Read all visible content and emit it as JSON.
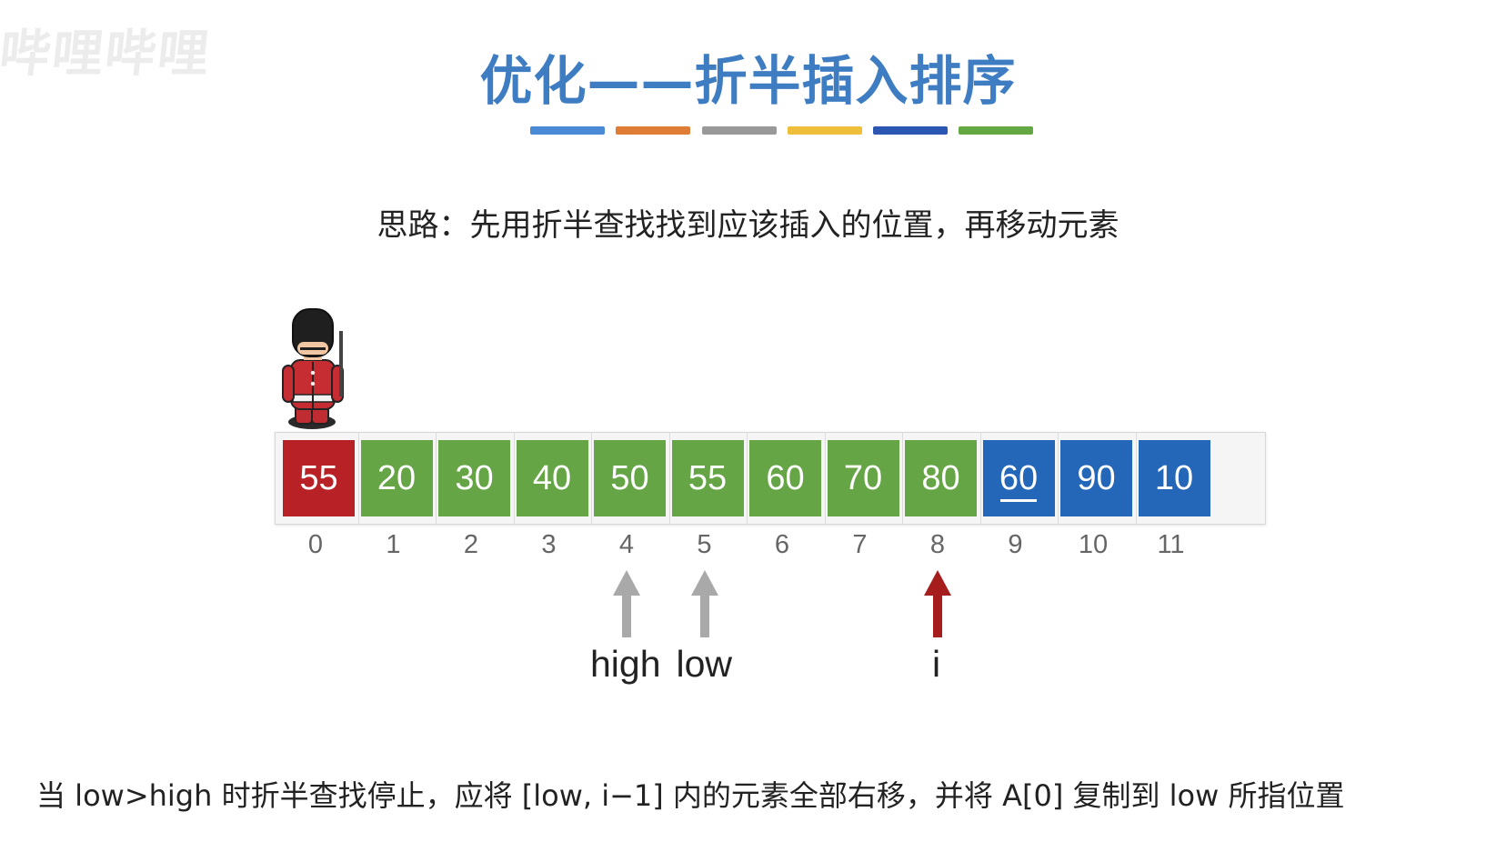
{
  "watermark_text": "哔哩哔哩",
  "title": "优化——折半插入排序",
  "color_bars": [
    {
      "color": "#4a89d6"
    },
    {
      "color": "#df7c36"
    },
    {
      "color": "#999999"
    },
    {
      "color": "#efbf3b"
    },
    {
      "color": "#2b56b1"
    },
    {
      "color": "#63a843"
    }
  ],
  "subtitle": "思路：先用折半查找找到应该插入的位置，再移动元素",
  "colors": {
    "red": "#b82125",
    "green": "#66a545",
    "blue": "#2466b8",
    "gray_arrow": "#a9a9a9",
    "red_arrow": "#a51d1d"
  },
  "array": {
    "cells": [
      {
        "value": "55",
        "index": "0",
        "color": "red",
        "underline": false
      },
      {
        "value": "20",
        "index": "1",
        "color": "green",
        "underline": false
      },
      {
        "value": "30",
        "index": "2",
        "color": "green",
        "underline": false
      },
      {
        "value": "40",
        "index": "3",
        "color": "green",
        "underline": false
      },
      {
        "value": "50",
        "index": "4",
        "color": "green",
        "underline": false
      },
      {
        "value": "55",
        "index": "5",
        "color": "green",
        "underline": false
      },
      {
        "value": "60",
        "index": "6",
        "color": "green",
        "underline": false
      },
      {
        "value": "70",
        "index": "7",
        "color": "green",
        "underline": false
      },
      {
        "value": "80",
        "index": "8",
        "color": "green",
        "underline": false
      },
      {
        "value": "60",
        "index": "9",
        "color": "blue",
        "underline": true
      },
      {
        "value": "90",
        "index": "10",
        "color": "blue",
        "underline": false
      },
      {
        "value": "10",
        "index": "11",
        "color": "blue",
        "underline": false
      }
    ]
  },
  "pointers": {
    "high": {
      "label": "high",
      "index": 4,
      "color": "gray"
    },
    "low": {
      "label": "low",
      "index": 5,
      "color": "gray"
    },
    "i": {
      "label": "i",
      "index": 8,
      "color": "red"
    }
  },
  "bottom_text": "当 low>high 时折半查找停止，应将 [low, i−1] 内的元素全部右移，并将 A[0] 复制到 low 所指位置",
  "guard_icon": "royal-guard-icon"
}
